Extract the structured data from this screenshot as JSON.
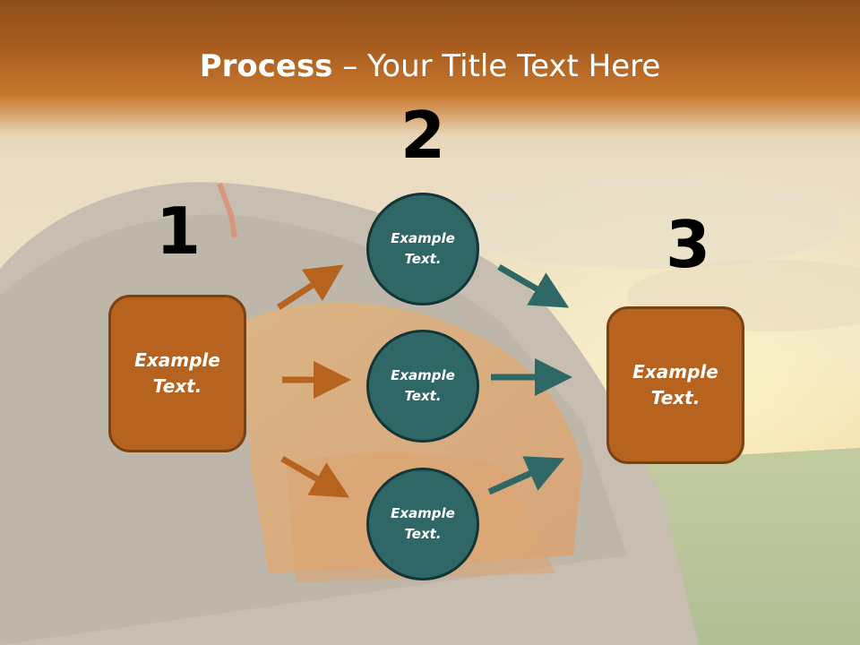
{
  "title": {
    "bold": "Process",
    "rest": " – Your Title Text Here"
  },
  "steps": {
    "one": "1",
    "two": "2",
    "three": "3"
  },
  "left_box": {
    "line1": "Example",
    "line2": "Text."
  },
  "circles": [
    {
      "line1": "Example",
      "line2": "Text."
    },
    {
      "line1": "Example",
      "line2": "Text."
    },
    {
      "line1": "Example",
      "line2": "Text."
    }
  ],
  "right_box": {
    "line1": "Example",
    "line2": "Text."
  },
  "colors": {
    "orange_box": "#b5631e",
    "teal_circle": "#2f6766",
    "orange_arrow": "#b5631e",
    "teal_arrow": "#2f6766",
    "title_band": "#a85d1f"
  }
}
